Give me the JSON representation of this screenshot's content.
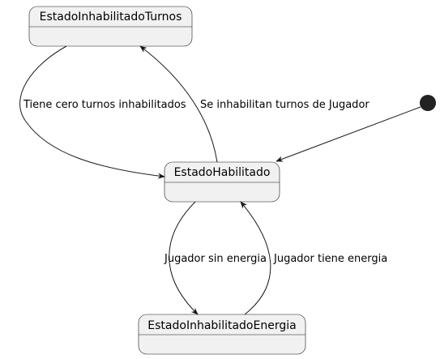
{
  "states": {
    "turnos": "EstadoInhabilitadoTurnos",
    "habilitado": "EstadoHabilitado",
    "energia": "EstadoInhabilitadoEnergia"
  },
  "transitions": {
    "turnos_to_habilitado": "Tiene cero turnos inhabilitados",
    "habilitado_to_turnos": "Se inhabilitan turnos de Jugador",
    "habilitado_to_energia": "Jugador sin energia",
    "energia_to_habilitado": "Jugador tiene energia"
  },
  "colors": {
    "state_fill": "#f1f1f1",
    "stroke": "#181818",
    "initial": "#222222"
  }
}
